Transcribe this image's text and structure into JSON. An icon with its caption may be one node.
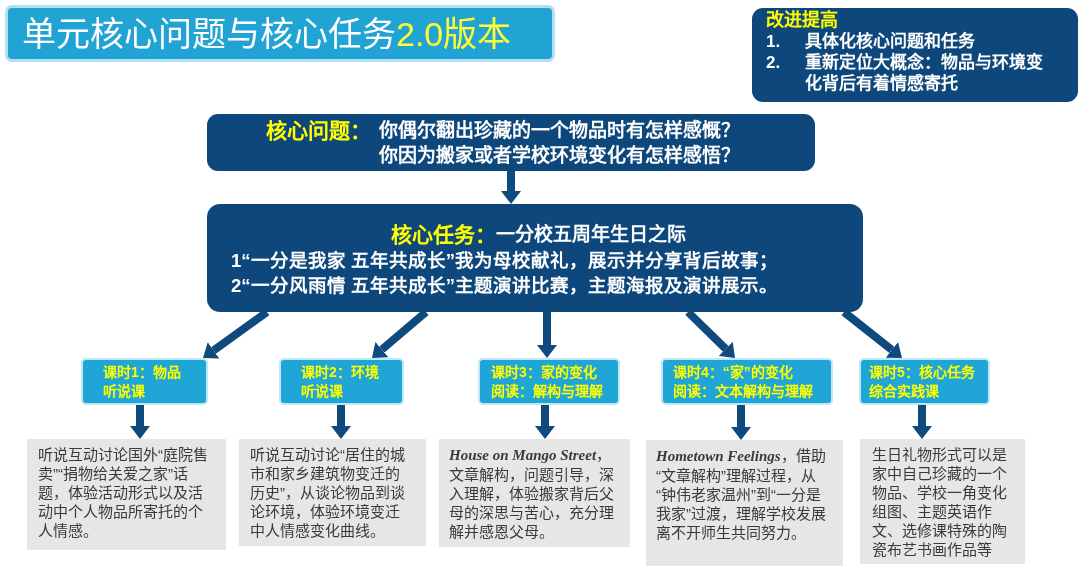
{
  "diagram": {
    "nodes": [
      {
        "text": [
          "单元核心问题与核心任务",
          "2.0版本"
        ]
      },
      {
        "text": [
          "改进提高",
          "1.",
          "具体化核心问题和任务",
          "2.",
          "重新定位大概念：物品与环境变化背后有着情感寄托"
        ]
      },
      {
        "text": [
          "核心问题：",
          "你偶尔翻出珍藏的一个物品时有怎样感慨？",
          "你因为搬家或者学校环境变化有怎样感悟？"
        ]
      },
      {
        "text": [
          "核心任务：",
          "一分校五周年生日之际",
          "1“一分是我家 五年共成长”我为母校献礼，展示并分享背后故事；",
          "2“一分风雨情 五年共成长”主题演讲比赛，主题海报及演讲展示。"
        ]
      },
      {
        "text": [
          "课时1：物品",
          "听说课"
        ]
      },
      {
        "text": [
          "课时2：环境",
          "听说课"
        ]
      },
      {
        "text": [
          "课时3：家的变化",
          "阅读：解构与理解"
        ]
      },
      {
        "text": [
          "课时4：“家”的变化",
          "阅读：文本解构与理解"
        ]
      },
      {
        "text": [
          "课时5：核心任务",
          "综合实践课"
        ]
      },
      {
        "text": [
          "听说互动讨论国外“庭院售卖”“捐物给关爱之家”话题，体验活动形式以及活动中个人物品所寄托的个人情感。"
        ]
      },
      {
        "text": [
          "听说互动讨论“居住的城市和家乡建筑物变迁的历史”，从谈论物品到谈论环境，体验环境变迁中人情感变化曲线。"
        ]
      },
      {
        "text": [
          "*House on Mango Street*，文章解构，问题引导，深入理解，体验搬家背后父母的深思与苦心，充分理解并感恩父母。"
        ]
      },
      {
        "text": [
          "*Hometown Feelings*，借助“文章解构”理解过程，从“钟伟老家温州”到“一分是我家”过渡，理解学校发展离不开师生共同努力。"
        ]
      },
      {
        "text": [
          "生日礼物形式可以是家中自己珍藏的一个物品、学校一角变化组图、主题英语作文、选修课特殊的陶瓷布艺书画作品等"
        ]
      }
    ],
    "edges": [
      {
        "from": 2,
        "to": 3,
        "arrow": "to"
      },
      {
        "from": 3,
        "to": 4,
        "arrow": "to"
      },
      {
        "from": 3,
        "to": 5,
        "arrow": "to"
      },
      {
        "from": 3,
        "to": 6,
        "arrow": "to"
      },
      {
        "from": 3,
        "to": 7,
        "arrow": "to"
      },
      {
        "from": 3,
        "to": 8,
        "arrow": "to"
      },
      {
        "from": 4,
        "to": 9,
        "arrow": "to"
      },
      {
        "from": 5,
        "to": 10,
        "arrow": "to"
      },
      {
        "from": 6,
        "to": 11,
        "arrow": "to"
      },
      {
        "from": 7,
        "to": 12,
        "arrow": "to"
      },
      {
        "from": 8,
        "to": 13,
        "arrow": "to"
      }
    ]
  }
}
